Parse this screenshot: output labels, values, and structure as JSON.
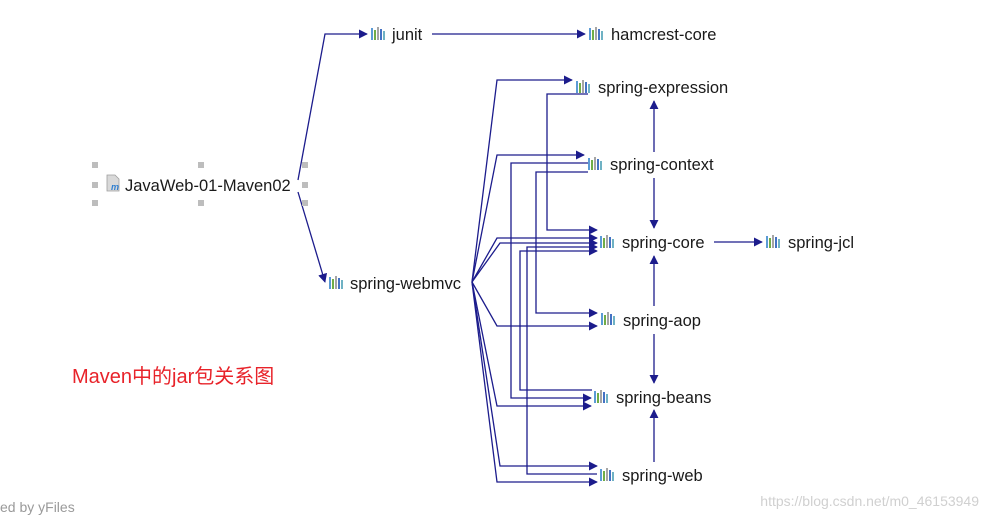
{
  "root": {
    "label": "JavaWeb-01-Maven02",
    "icon": "maven-module-icon"
  },
  "nodes": {
    "junit": {
      "label": "junit",
      "icon": "jar-library-icon"
    },
    "hamcrest_core": {
      "label": "hamcrest-core",
      "icon": "jar-library-icon"
    },
    "spring_expression": {
      "label": "spring-expression",
      "icon": "jar-library-icon"
    },
    "spring_context": {
      "label": "spring-context",
      "icon": "jar-library-icon"
    },
    "spring_core": {
      "label": "spring-core",
      "icon": "jar-library-icon"
    },
    "spring_jcl": {
      "label": "spring-jcl",
      "icon": "jar-library-icon"
    },
    "spring_webmvc": {
      "label": "spring-webmvc",
      "icon": "jar-library-icon"
    },
    "spring_aop": {
      "label": "spring-aop",
      "icon": "jar-library-icon"
    },
    "spring_beans": {
      "label": "spring-beans",
      "icon": "jar-library-icon"
    },
    "spring_web": {
      "label": "spring-web",
      "icon": "jar-library-icon"
    }
  },
  "caption": "Maven中的jar包关系图",
  "footer_left": "ed by yFiles",
  "watermark": "https://blog.csdn.net/m0_46153949",
  "colors": {
    "edge": "#1c1c8c",
    "caption": "#e8232a",
    "jar_icon_bars": [
      "#5b9bd5",
      "#70ad47",
      "#a5a5a5",
      "#4472c4",
      "#6fb2c4"
    ],
    "selection_handle": "#bdbdbd"
  }
}
